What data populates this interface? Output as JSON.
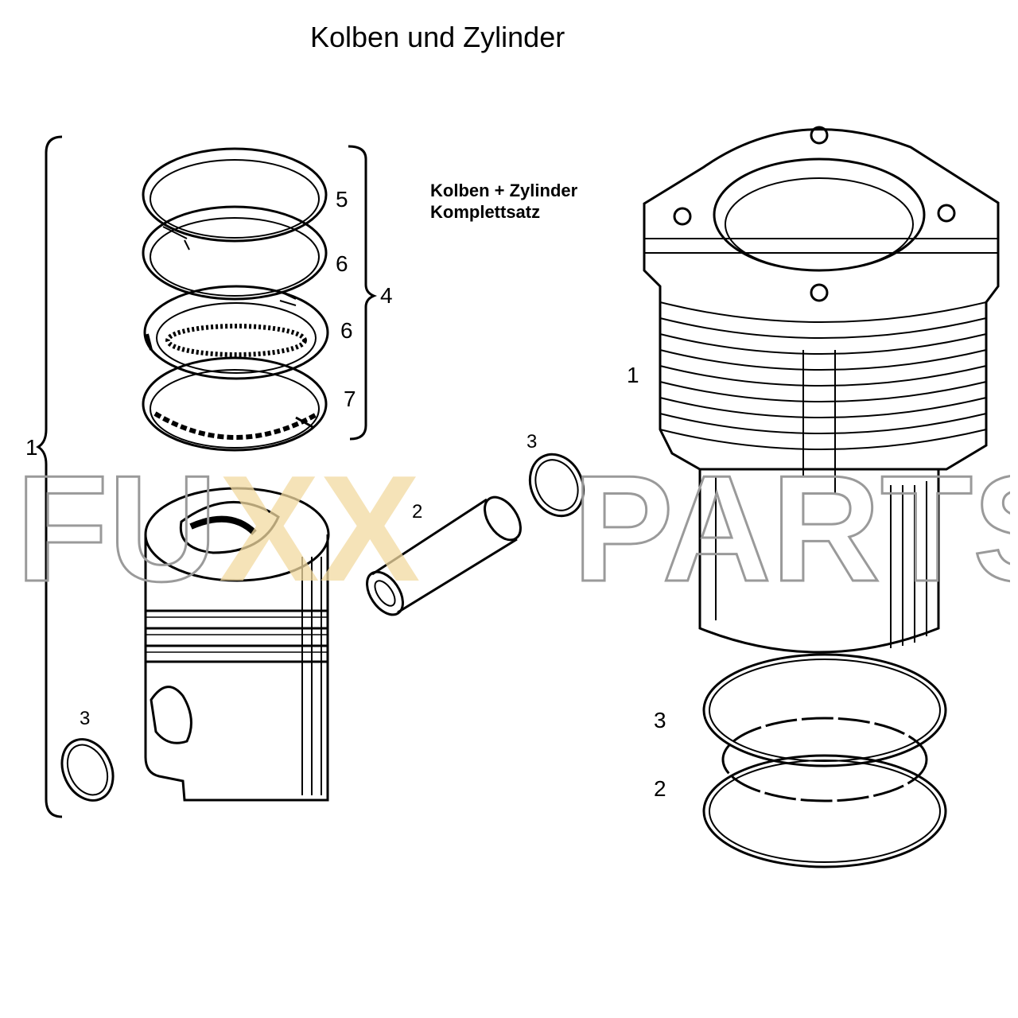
{
  "title": "Kolben und Zylinder",
  "set_label": {
    "line1": "Kolben + Zylinder",
    "line2": "Komplettsatz"
  },
  "callouts": {
    "ring_top": "5",
    "ring_second": "6",
    "ring_third": "6",
    "ring_oil": "7",
    "ring_set": "4",
    "piston_assembly": "1",
    "circlip_upper": "3",
    "pin": "2",
    "circlip_lower": "3",
    "cylinder": "1",
    "seal_upper": "3",
    "seal_lower": "2"
  },
  "watermark": {
    "part1": "FU",
    "part2": "XX",
    "part3": "PARTS",
    "accent_color": "#f2d9a0",
    "outline_color": "#9a9a9a"
  }
}
